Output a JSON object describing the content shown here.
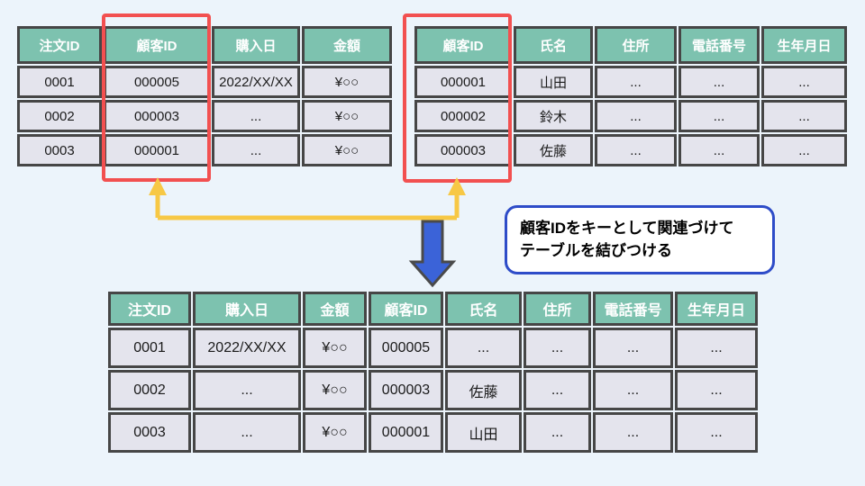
{
  "colors": {
    "background": "#ECF4FB",
    "table_header_bg": "#7DC2AF",
    "table_cell_bg": "#E4E4ED",
    "table_border": "#464646",
    "highlight_red": "#F25050",
    "connector_yellow": "#F7C845",
    "arrow_blue": "#3B63D8",
    "arrow_outline": "#4A4A4A",
    "callout_border": "#2E4CC8"
  },
  "orders_table": {
    "headers": [
      "注文ID",
      "顧客ID",
      "購入日",
      "金額"
    ],
    "rows": [
      [
        "0001",
        "000005",
        "2022/XX/XX",
        "¥○○"
      ],
      [
        "0002",
        "000003",
        "...",
        "¥○○"
      ],
      [
        "0003",
        "000001",
        "...",
        "¥○○"
      ]
    ],
    "highlighted_column": "顧客ID"
  },
  "customers_table": {
    "headers": [
      "顧客ID",
      "氏名",
      "住所",
      "電話番号",
      "生年月日"
    ],
    "rows": [
      [
        "000001",
        "山田",
        "...",
        "...",
        "..."
      ],
      [
        "000002",
        "鈴木",
        "...",
        "...",
        "..."
      ],
      [
        "000003",
        "佐藤",
        "...",
        "...",
        "..."
      ]
    ],
    "highlighted_column": "顧客ID"
  },
  "joined_table": {
    "headers": [
      "注文ID",
      "購入日",
      "金額",
      "顧客ID",
      "氏名",
      "住所",
      "電話番号",
      "生年月日"
    ],
    "rows": [
      [
        "0001",
        "2022/XX/XX",
        "¥○○",
        "000005",
        "...",
        "...",
        "...",
        "..."
      ],
      [
        "0002",
        "...",
        "¥○○",
        "000003",
        "佐藤",
        "...",
        "...",
        "..."
      ],
      [
        "0003",
        "...",
        "¥○○",
        "000001",
        "山田",
        "...",
        "...",
        "..."
      ]
    ]
  },
  "callout": {
    "line1": "顧客IDをキーとして関連づけて",
    "line2": "テーブルを結びつける"
  }
}
